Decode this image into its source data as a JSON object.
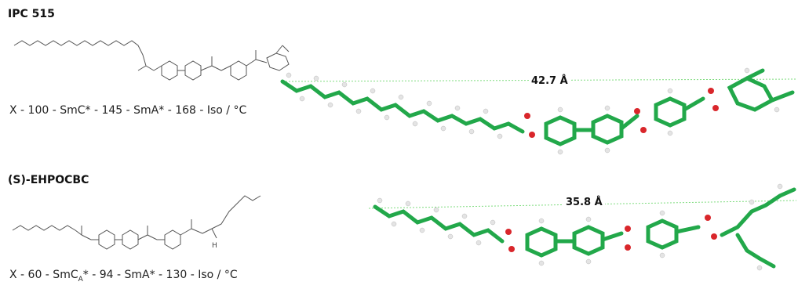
{
  "compounds": [
    {
      "name": "IPC 515",
      "phase_sequence": "X - 100 - SmC* - 145 - SmA* - 168 - Iso / °C",
      "length_label": "42.7 Å"
    },
    {
      "name": "(S)-EHPOCBC",
      "phase_prefix": "X - 60 - SmC",
      "phase_sub": "A",
      "phase_suffix": "* - 94 - SmA* - 130 - Iso / °C",
      "length_label": "35.8 Å",
      "stereo_label": "H"
    }
  ],
  "colors": {
    "carbon": "#22a84a",
    "oxygen": "#d9262b",
    "hydrogen": "#e6e6e6",
    "dotted_line": "#7fdc7f",
    "skeletal": "#555555"
  }
}
